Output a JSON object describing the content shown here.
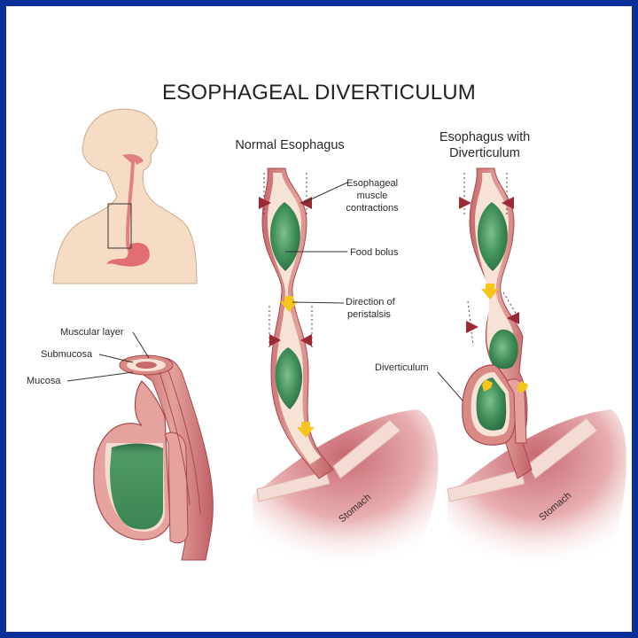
{
  "title": "ESOPHAGEAL DIVERTICULUM",
  "panels": {
    "body_figure": {
      "name": "Human torso with esophagus and stomach",
      "highlight_box": "region of esophagus shown"
    },
    "cutaway": {
      "labels": {
        "muscular_layer": "Muscular layer",
        "submucosa": "Submucosa",
        "mucosa": "Mucosa"
      }
    },
    "normal": {
      "heading": "Normal Esophagus",
      "labels": {
        "contractions_line1": "Esophageal",
        "contractions_line2": "muscle",
        "contractions_line3": "contractions",
        "food_bolus": "Food bolus",
        "peristalsis_line1": "Direction of",
        "peristalsis_line2": "peristalsis",
        "stomach": "Stomach"
      }
    },
    "diverticulum": {
      "heading_line1": "Esophagus with",
      "heading_line2": "Diverticulum",
      "labels": {
        "diverticulum": "Diverticulum",
        "stomach": "Stomach"
      }
    }
  },
  "colors": {
    "border": "#0a3199",
    "skin": "#f6dcc4",
    "tissue": "#d98a84",
    "tissue_dark": "#b8565a",
    "mucosa": "#f7e3d6",
    "bolus": "#3d8a55",
    "arrow_yellow": "#f5c51c",
    "contraction_arrow": "#9c2a36"
  }
}
